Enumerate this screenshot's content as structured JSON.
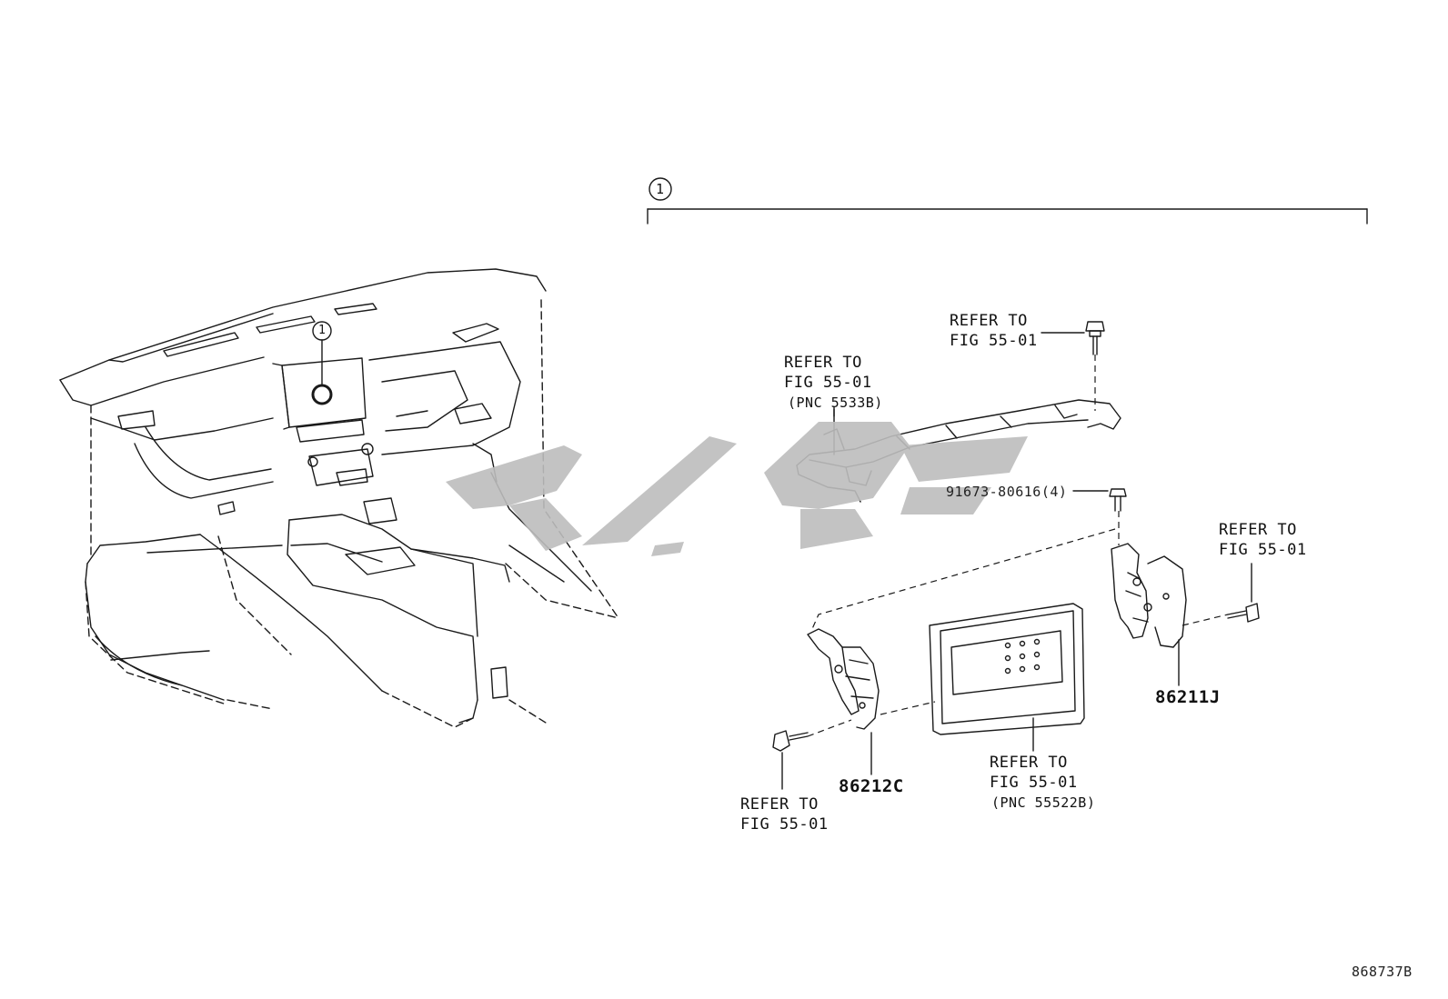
{
  "callout_number": "1",
  "labels": {
    "refer_top": {
      "line1": "REFER TO",
      "line2": "FIG 55-01"
    },
    "refer_left": {
      "line1": "REFER TO",
      "line2": "FIG 55-01",
      "line3": "(PNC 5533B)"
    },
    "bolt_part": "91673-80616(4)",
    "refer_right": {
      "line1": "REFER TO",
      "line2": "FIG 55-01"
    },
    "part_right_bracket": "86211J",
    "part_left_bracket": "86212C",
    "refer_display": {
      "line1": "REFER TO",
      "line2": "FIG 55-01",
      "line3": "(PNC 55522B)"
    },
    "refer_bottom_left": {
      "line1": "REFER TO",
      "line2": "FIG 55-01"
    }
  },
  "illustration_code": "868737B",
  "watermark_color": "#bdbdbd"
}
